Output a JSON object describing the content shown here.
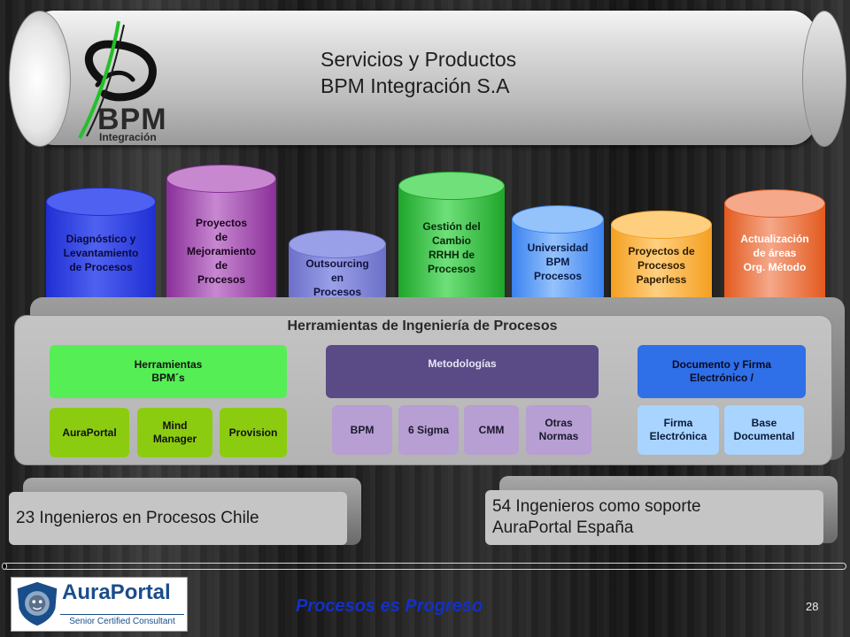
{
  "header": {
    "title_line1": "Servicios y Productos",
    "title_line2": "BPM Integración S.A",
    "logo_text": "BPM",
    "logo_sub": "Integración"
  },
  "cylinders": [
    {
      "id": "diagnostico",
      "lines": [
        "Diagnóstico y",
        "Levantamiento",
        "de Procesos"
      ],
      "color": "#1f2fd4",
      "top": "#4f61f0",
      "text": "#0a0a3a"
    },
    {
      "id": "mejoramiento",
      "lines": [
        "Proyectos",
        "de",
        "Mejoramiento",
        "de",
        "Procesos"
      ],
      "color": "#8a2f9a",
      "top": "#c788d0",
      "text": "#1b0620"
    },
    {
      "id": "outsourcing",
      "lines": [
        "Outsourcing",
        "en",
        "Procesos"
      ],
      "color": "#6c70c8",
      "top": "#9aa0e8",
      "text": "#10123a"
    },
    {
      "id": "cambio",
      "lines": [
        "Gestión del",
        "Cambio",
        "RRHH de",
        "Procesos"
      ],
      "color": "#1ea52a",
      "top": "#6fe07a",
      "text": "#062a08"
    },
    {
      "id": "universidad",
      "lines": [
        "Universidad",
        "BPM",
        "Procesos"
      ],
      "color": "#3b82f0",
      "top": "#94c2fb",
      "text": "#081a44"
    },
    {
      "id": "paperless",
      "lines": [
        "Proyectos de",
        "Procesos",
        "Paperless"
      ],
      "color": "#f4a020",
      "top": "#ffcf80",
      "text": "#2e1c00"
    },
    {
      "id": "actualizacion",
      "lines": [
        "Actualización",
        "de áreas",
        "Org. Método"
      ],
      "color": "#e35a1e",
      "top": "#f5a88a",
      "text": "#ffffff"
    }
  ],
  "panel": {
    "title": "Herramientas de Ingeniería de Procesos",
    "groups": [
      {
        "label_line1": "Herramientas",
        "label_line2": "BPM´s",
        "items": [
          "AuraPortal",
          "Mind Manager",
          "Provision"
        ]
      },
      {
        "label_line1": "Metodologías",
        "label_line2": "",
        "items": [
          "BPM",
          "6 Sigma",
          "CMM",
          "Otras Normas"
        ]
      },
      {
        "label_line1": "Documento y  Firma",
        "label_line2": "Electrónico /",
        "items": [
          "Firma Electrónica",
          "Base Documental"
        ]
      }
    ]
  },
  "banners": {
    "chile": "23 Ingenieros en Procesos Chile",
    "espana_line1": "54 Ingenieros como soporte",
    "espana_line2": "AuraPortal España"
  },
  "footer": {
    "badge_name": "AuraPortal",
    "badge_sub": "Senior Certified Consultant",
    "motto": "Procesos es Progreso",
    "page": "28"
  },
  "colors": {
    "tool_header": "#55ee55",
    "tool_item": "#8ccc10",
    "method_header": "#5a4a86",
    "method_item": "#b79ed3",
    "doc_header": "#2f6fe8",
    "doc_item": "#a8d4ff"
  }
}
